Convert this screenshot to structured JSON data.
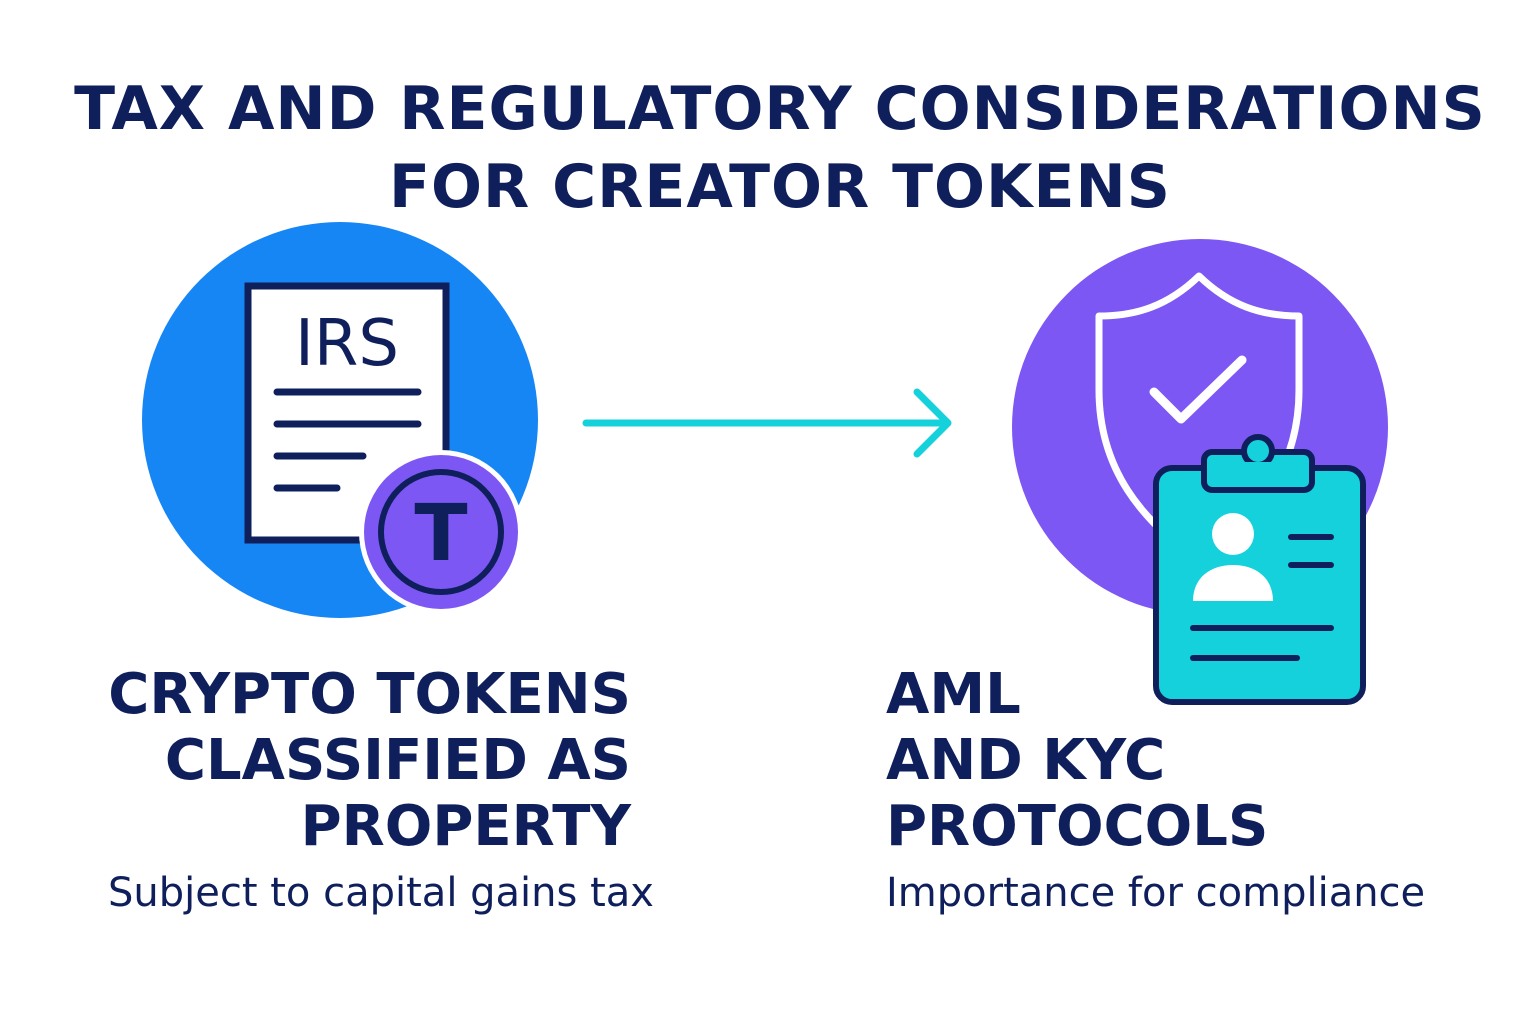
{
  "title": {
    "line1": "TAX AND REGULATORY CONSIDERATIONS",
    "line2": "FOR CREATOR TOKENS"
  },
  "left": {
    "document_label": "IRS",
    "token_label": "T",
    "heading": [
      "CRYPTO TOKENS",
      "CLASSIFIED AS",
      "PROPERTY"
    ],
    "caption": "Subject to capital gains tax",
    "icons": [
      "irs-document-icon",
      "token-coin-icon"
    ]
  },
  "right": {
    "heading": [
      "AML",
      "AND KYC",
      "PROTOCOLS"
    ],
    "caption": "Importance for compliance",
    "icons": [
      "shield-check-icon",
      "id-clipboard-icon"
    ]
  },
  "connector": "arrow-right-icon",
  "colors": {
    "navy": "#0f1f5c",
    "blue_circle": "#1786f5",
    "purple": "#7d57f4",
    "cyan": "#15d1dc",
    "white": "#ffffff"
  }
}
